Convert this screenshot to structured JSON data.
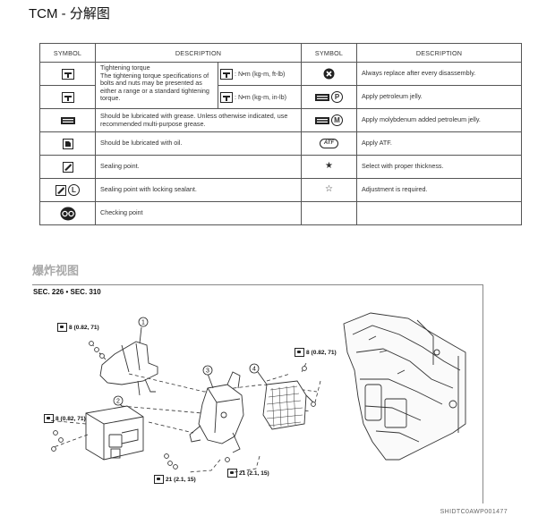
{
  "header": {
    "title": "TCM - 分解图"
  },
  "table": {
    "headers": {
      "symbol_left": "SYMBOL",
      "desc_left": "DESCRIPTION",
      "symbol_right": "SYMBOL",
      "desc_right": "DESCRIPTION"
    },
    "rows": [
      {
        "left_icon": "tightening-torque-icon",
        "left_desc": "Tightening torque\nThe tightening torque specifications of bolts and nuts may be presented as either a range or a standard tightening torque.",
        "left_sub1": ": N•m (kg-m, ft-lb)",
        "left_sub2": ": N•m (kg-m, in-lb)",
        "right_icon": "always-replace-icon",
        "right_desc": "Always replace after every disassembly."
      },
      {
        "right_icon": "petroleum-jelly-icon",
        "right_desc": "Apply petroleum jelly."
      },
      {
        "left_icon": "grease-icon",
        "left_desc": "Should be lubricated with grease. Unless otherwise indicated, use recommended multi-purpose grease.",
        "right_icon": "molybdenum-grease-icon",
        "right_desc": "Apply molybdenum added petroleum jelly."
      },
      {
        "left_icon": "oil-icon",
        "left_desc": "Should be lubricated with oil.",
        "right_icon": "atf-icon",
        "right_label": "ATF",
        "right_desc": "Apply ATF."
      },
      {
        "left_icon": "sealing-point-icon",
        "left_desc": "Sealing point.",
        "right_icon": "star-filled-icon",
        "right_desc": "Select with proper thickness."
      },
      {
        "left_icon": "sealing-locking-icon",
        "left_desc": "Sealing point with locking sealant.",
        "right_icon": "star-outline-icon",
        "right_desc": "Adjustment is required."
      },
      {
        "left_icon": "checking-point-icon",
        "left_desc": "Checking point",
        "right_desc": ""
      }
    ],
    "icon_letters": {
      "p": "P",
      "m": "M",
      "l": "L"
    }
  },
  "section": {
    "title": "爆炸视图",
    "sec_ref": "SEC. 226 • SEC. 310"
  },
  "diagram": {
    "callouts": [
      "1",
      "2",
      "3",
      "4"
    ],
    "torques": [
      "8 (0.82, 71)",
      "8 (0.82, 71)",
      "8 (0.82, 71)",
      "21 (2.1, 15)",
      "21 (2.1, 15)"
    ]
  },
  "footer": {
    "code": "SHIDTC0AWP001477"
  }
}
